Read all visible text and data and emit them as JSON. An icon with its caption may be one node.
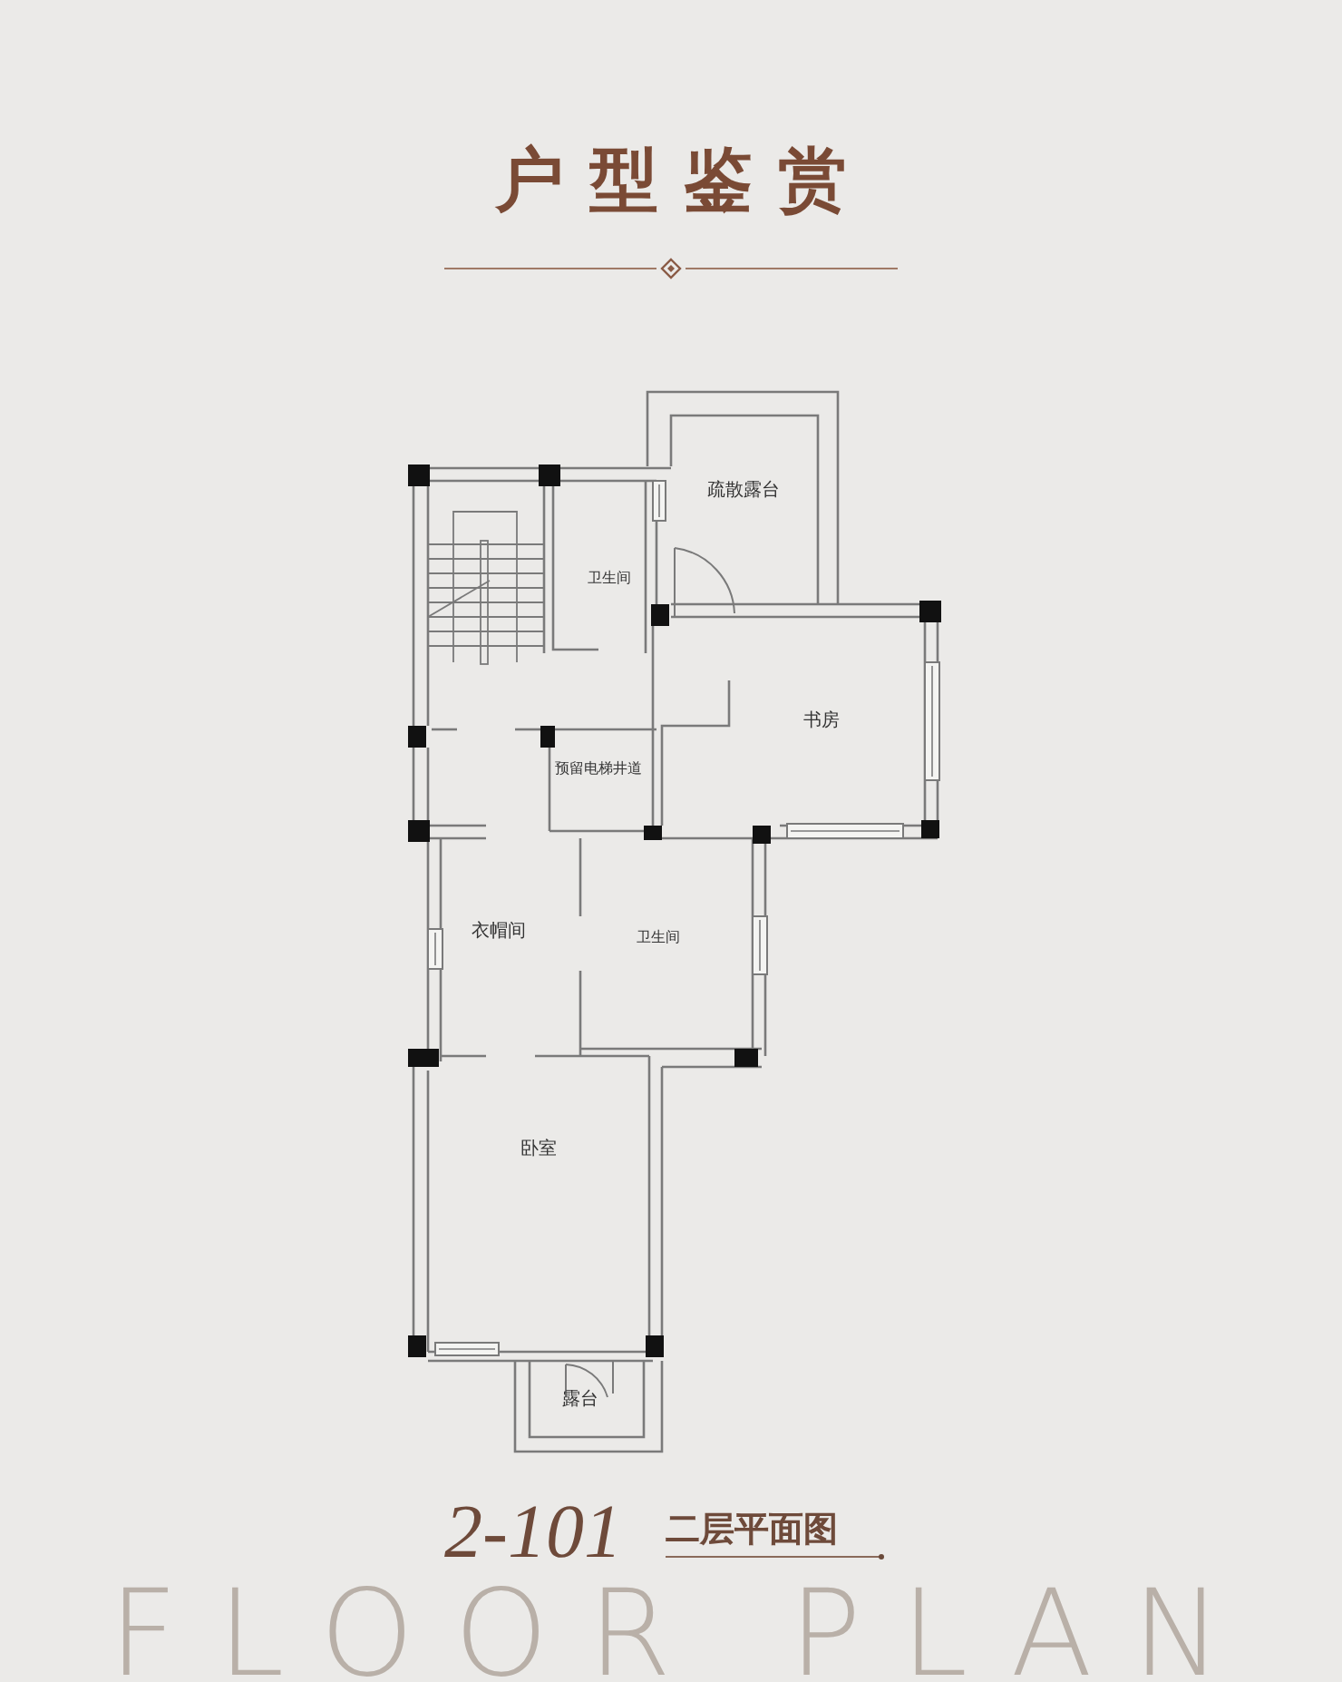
{
  "diagram": {
    "title": "户型鉴赏",
    "labels": [
      "疏散露台",
      "卫生间",
      "书房",
      "预留电梯井道",
      "衣帽间",
      "卫生间",
      "卧室",
      "露台",
      "2-101",
      "二层平面图",
      "FLOOR PLAN"
    ]
  }
}
